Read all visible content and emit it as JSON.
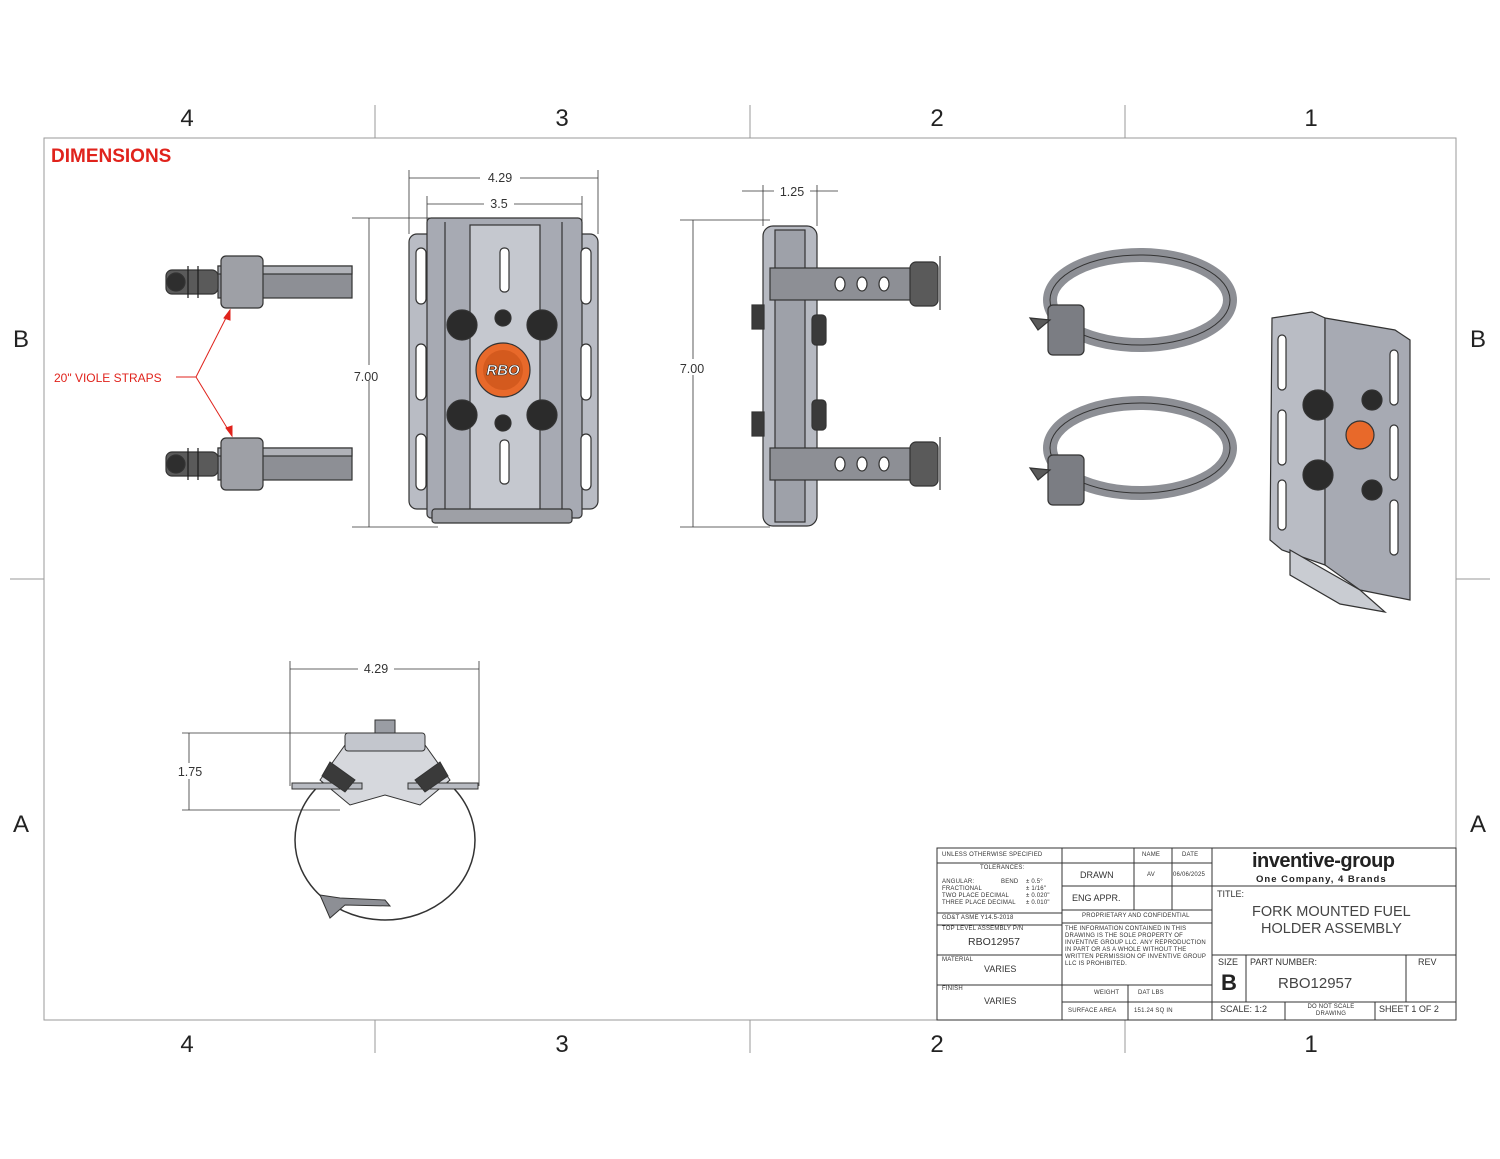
{
  "heading": "DIMENSIONS",
  "zones": {
    "columns": [
      "4",
      "3",
      "2",
      "1"
    ],
    "rows": [
      "B",
      "A"
    ]
  },
  "callout": "20\" VIOLE STRAPS",
  "dimensions": {
    "front_width_outer": "4.29",
    "front_width_inner": "3.5",
    "front_height": "7.00",
    "side_depth": "1.25",
    "side_height": "7.00",
    "top_width": "4.29",
    "top_height": "1.75"
  },
  "logo_text": "RBO",
  "title_block": {
    "unless_specified": "UNLESS OTHERWISE SPECIFIED",
    "tolerances": "TOLERANCES:",
    "angular": "ANGULAR:",
    "angular_bend": "BEND",
    "angular_val": "± 0.5°",
    "fractional": "FRACTIONAL",
    "fractional_val": "± 1/16\"",
    "two_place": "TWO PLACE DECIMAL",
    "two_place_val": "± 0.020\"",
    "three_place": "THREE PLACE DECIMAL",
    "three_place_val": "± 0.010\"",
    "standard": "GD&T ASME Y14.5-2018",
    "top_level_label": "TOP LEVEL ASSEMBLY P/N",
    "top_level_value": "RBO12957",
    "material_label": "MATERIAL",
    "material_value": "VARIES",
    "finish_label": "FINISH",
    "finish_value": "VARIES",
    "name_header": "NAME",
    "date_header": "DATE",
    "drawn_label": "DRAWN",
    "drawn_name": "AV",
    "drawn_date": "06/06/2025",
    "eng_appr_label": "ENG APPR.",
    "proprietary_title": "PROPRIETARY AND CONFIDENTIAL",
    "proprietary_text": "THE INFORMATION CONTAINED IN THIS DRAWING IS THE SOLE PROPERTY OF INVENTIVE GROUP LLC. ANY REPRODUCTION IN PART OR AS A WHOLE WITHOUT THE WRITTEN PERMISSION OF INVENTIVE GROUP LLC IS PROHIBITED.",
    "weight_label": "WEIGHT",
    "weight_value": "DAT LBS",
    "surface_label": "SURFACE AREA",
    "surface_value": "151.24 SQ IN",
    "company_name": "inventive-group",
    "company_tagline": "One Company, 4 Brands",
    "title_label": "TITLE:",
    "title_line1": "FORK MOUNTED FUEL",
    "title_line2": "HOLDER ASSEMBLY",
    "size_label": "SIZE",
    "size_value": "B",
    "part_number_label": "PART NUMBER:",
    "part_number_value": "RBO12957",
    "rev_label": "REV",
    "scale": "SCALE: 1:2",
    "do_not_scale": "DO NOT SCALE DRAWING",
    "sheet": "SHEET 1 OF 2"
  },
  "colors": {
    "callout_red": "#e0231c",
    "line": "#333333",
    "part_fill": "#b9bcc4",
    "part_dark": "#3a3a3a",
    "logo_orange": "#e8692a"
  }
}
